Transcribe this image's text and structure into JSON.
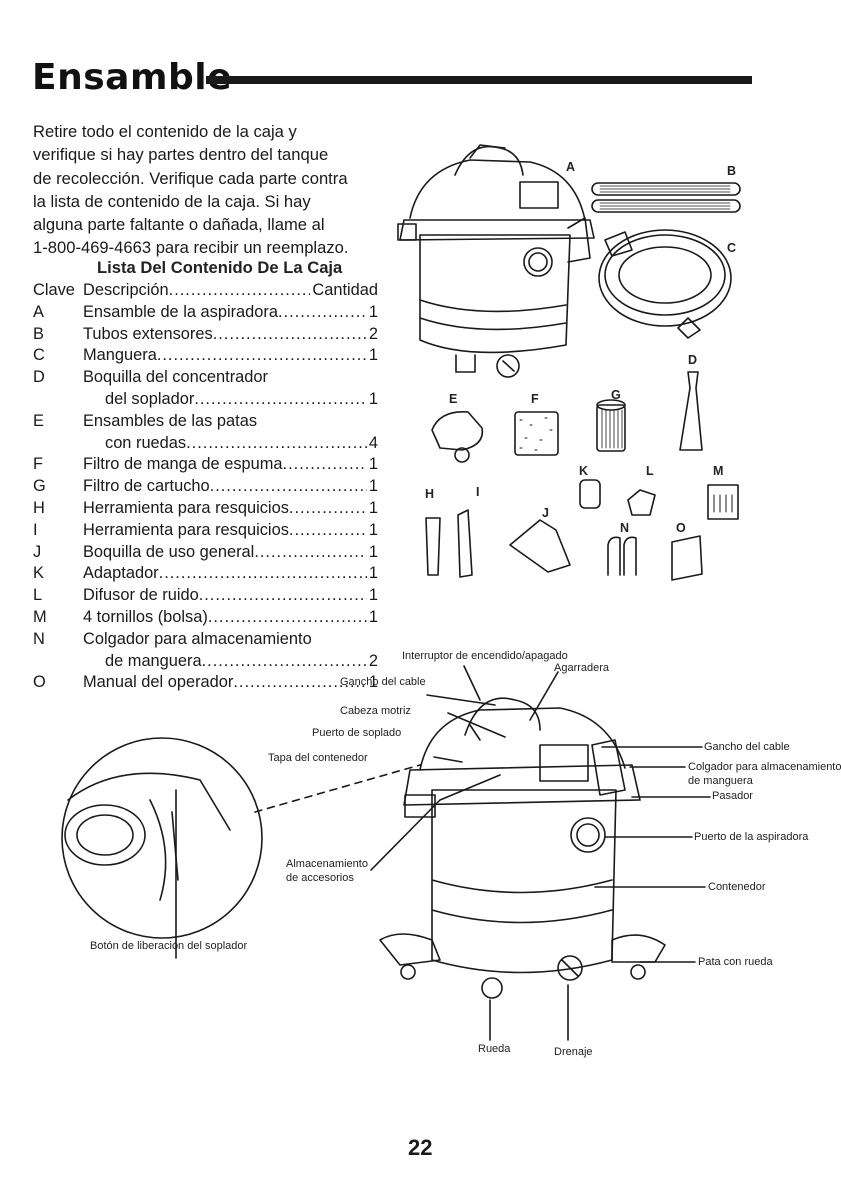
{
  "title": "Ensamble",
  "intro_lines": [
    "Retire todo el contenido de la caja y",
    "verifique si hay partes dentro del tanque",
    "de recolección. Verifique cada parte contra",
    "la lista de contenido de la caja. Si hay",
    "alguna parte faltante o dañada, llame al",
    "1-800-469-4663 para recibir un reemplazo."
  ],
  "list_title": "Lista Del Contenido De La Caja",
  "list_header": {
    "key": "Clave",
    "desc": "Descripción",
    "qty": "Cantidad"
  },
  "items": [
    {
      "key": "A",
      "desc": "Ensamble de la aspiradora",
      "qty": "1"
    },
    {
      "key": "B",
      "desc": "Tubos extensores",
      "qty": "2"
    },
    {
      "key": "C",
      "desc": "Manguera",
      "qty": "1"
    },
    {
      "key": "D",
      "desc": "Boquilla del concentrador",
      "desc2": "del soplador",
      "qty": "1"
    },
    {
      "key": "E",
      "desc": "Ensambles de las patas",
      "desc2": "con ruedas",
      "qty": "4"
    },
    {
      "key": "F",
      "desc": "Filtro de manga de espuma",
      "qty": "1"
    },
    {
      "key": "G",
      "desc": "Filtro de cartucho",
      "qty": "1"
    },
    {
      "key": "H",
      "desc": "Herramienta para resquicios",
      "qty": "1"
    },
    {
      "key": "I",
      "desc": "Herramienta para resquicios",
      "qty": "1"
    },
    {
      "key": "J",
      "desc": "Boquilla de uso general",
      "qty": "1"
    },
    {
      "key": "K",
      "desc": "Adaptador",
      "qty": "1"
    },
    {
      "key": "L",
      "desc": "Difusor de ruido",
      "qty": "1"
    },
    {
      "key": "M",
      "desc": "4 tornillos (bolsa)",
      "qty": "1"
    },
    {
      "key": "N",
      "desc": "Colgador para almacenamiento",
      "desc2": "de manguera",
      "qty": "2"
    },
    {
      "key": "O",
      "desc": "Manual del operador",
      "qty": "1"
    }
  ],
  "part_letters": [
    "A",
    "B",
    "C",
    "D",
    "E",
    "F",
    "G",
    "H",
    "I",
    "J",
    "K",
    "L",
    "M",
    "N",
    "O"
  ],
  "callouts": {
    "switch": "Interruptor de encendido/apagado",
    "handle": "Agarradera",
    "cord_hook_left": "Gancho del cable",
    "power_head": "Cabeza motriz",
    "blower_port": "Puerto de soplado",
    "lid": "Tapa del contenedor",
    "accessory_storage_1": "Almacenamiento",
    "accessory_storage_2": "de accesorios",
    "cord_hook_right": "Gancho del cable",
    "hose_hanger_1": "Colgador para almacenamiento",
    "hose_hanger_2": "de manguera",
    "latch": "Pasador",
    "vacuum_port": "Puerto de la aspiradora",
    "tank": "Contenedor",
    "caster_foot": "Pata con rueda",
    "blower_release": "Botón de liberación del soplador",
    "caster": "Rueda",
    "drain": "Drenaje"
  },
  "page_number": "22"
}
